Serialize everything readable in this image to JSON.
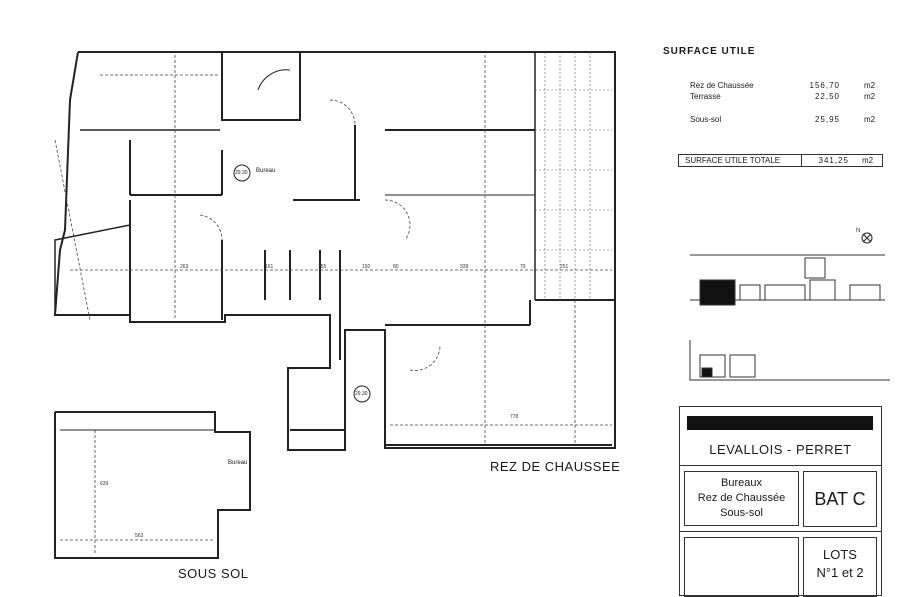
{
  "surface": {
    "title": "SURFACE UTILE",
    "rows": [
      {
        "label": "Rez de Chaussée",
        "value": "156,70",
        "unit": "m2"
      },
      {
        "label": "Terrasse",
        "value": "22,50",
        "unit": "m2"
      },
      {
        "label": "Sous-sol",
        "value": "25,95",
        "unit": "m2"
      }
    ],
    "total": {
      "label": "SURFACE UTILE TOTALE",
      "value": "341,25",
      "unit": "m2"
    }
  },
  "plan": {
    "rdc_label": "REZ DE CHAUSSEE",
    "sous_sol_label": "SOUS SOL",
    "room_bureau": "Bureau",
    "room_bureau_sous_sol": "Bureau",
    "room_ref_1": "29.30",
    "room_ref_2": "29.30",
    "dims": [
      "263",
      "161",
      "155",
      "150",
      "80",
      "339",
      "79",
      "251",
      "778",
      "563",
      "639"
    ]
  },
  "cartouche": {
    "city": "LEVALLOIS - PERRET",
    "desc": [
      "Bureaux",
      "Rez de Chaussée",
      "Sous-sol"
    ],
    "building": "BAT C",
    "lots": [
      "LOTS",
      "N°1 et 2"
    ]
  },
  "icons": {
    "north": "north-arrow-icon"
  }
}
